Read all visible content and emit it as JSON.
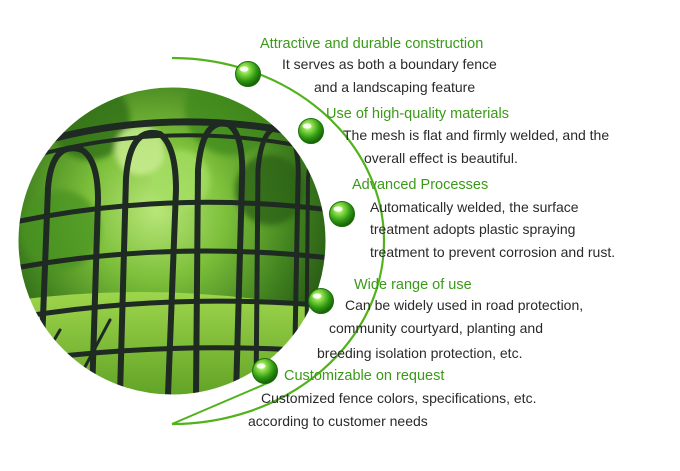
{
  "features": [
    {
      "title": "Attractive and durable construction",
      "lines": [
        "It serves as both a boundary fence",
        "and a landscaping feature"
      ]
    },
    {
      "title": "Use of high-quality materials",
      "lines": [
        "The mesh is flat and firmly welded, and the",
        "overall effect is beautiful."
      ]
    },
    {
      "title": "Advanced Processes",
      "lines": [
        "Automatically welded, the surface",
        "treatment adopts plastic spraying",
        "treatment to prevent corrosion and rust."
      ]
    },
    {
      "title": "Wide range of use",
      "lines": [
        "Can be widely used in road protection,",
        "community courtyard, planting and",
        "breeding isolation protection, etc."
      ]
    },
    {
      "title": "Customizable on request",
      "lines": [
        "Customized fence colors, specifications, etc.",
        "according to customer needs"
      ]
    }
  ],
  "colors": {
    "title_green": "#3a9a18",
    "body_text": "#2a2a2a",
    "arc_green": "#52b21c",
    "fence_dark": "#1e2a22"
  },
  "icons": [
    "green-sphere-bullet-icon"
  ]
}
